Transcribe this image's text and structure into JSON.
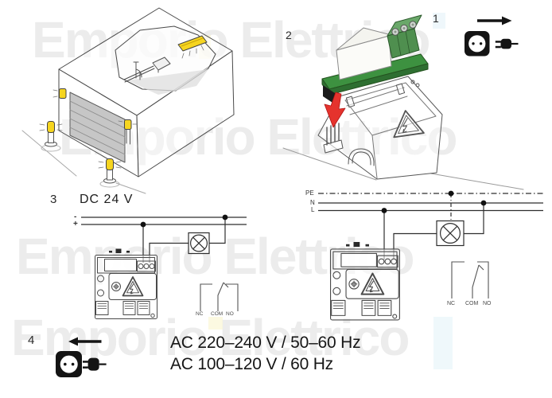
{
  "watermark": {
    "text": "Emporio Elettrico",
    "color": "#ececec"
  },
  "steps": {
    "s1": {
      "number": "1"
    },
    "s2": {
      "number": "2"
    },
    "s3": {
      "number": "3",
      "label": "DC 24 V"
    },
    "s4": {
      "number": "4",
      "ac_line1": "AC 220–240 V / 50–60 Hz",
      "ac_line2": "AC 100–120 V / 60 Hz"
    }
  },
  "dc_diagram": {
    "neg_label": "-",
    "pos_label": "+",
    "relay": {
      "nc": "NC",
      "com": "COM",
      "no": "NO"
    }
  },
  "ac_diagram": {
    "pe_label": "PE",
    "n_label": "N",
    "l_label": "L",
    "relay": {
      "nc": "NC",
      "com": "COM",
      "no": "NO"
    }
  },
  "icons": {
    "step1": "arrow-right socket-outlet plug (unplug)",
    "step4": "arrow-left socket-outlet plug (plug in)"
  },
  "colors": {
    "pcb_green": "#3d9140",
    "pcb_green_dark": "#2e6f31",
    "terminal_green": "#4f8f4f",
    "terminal_green_light": "#6aa86a",
    "arrow_red": "#e5332d",
    "beacon_yellow": "#f6d51f",
    "door_gray": "#c6c6c6",
    "icon_black": "#141414",
    "watermark_gray": "#ececec"
  }
}
